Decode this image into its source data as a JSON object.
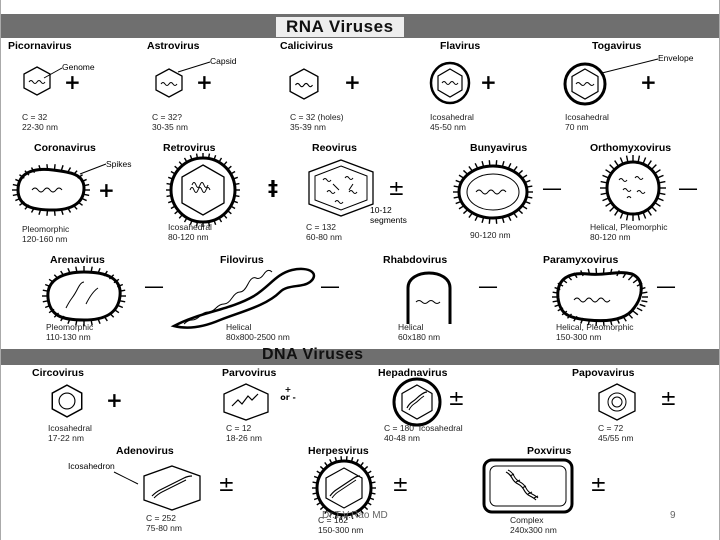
{
  "rna": {
    "title": "RNA Viruses",
    "viruses": [
      {
        "name": "Picornavirus",
        "desc": "C = 32\n22-30 nm",
        "sign": "+"
      },
      {
        "name": "Astrovirus",
        "desc": "C = 32?\n30-35 nm",
        "sign": "+"
      },
      {
        "name": "Calicivirus",
        "desc": "C = 32 (holes)\n35-39 nm",
        "sign": "+"
      },
      {
        "name": "Flavirus",
        "desc": "Icosahedral\n45-50 nm",
        "sign": "+"
      },
      {
        "name": "Togavirus",
        "desc": "Icosahedral\n70 nm",
        "sign": "+"
      },
      {
        "name": "Coronavirus",
        "desc": "Pleomorphic\n120-160 nm",
        "sign": "+"
      },
      {
        "name": "Retrovirus",
        "desc": "Icosahedral\n80-120 nm",
        "sign": "‡"
      },
      {
        "name": "Reovirus",
        "desc": "C = 132\n60-80 nm",
        "sign": "±"
      },
      {
        "name": "Bunyavirus",
        "desc": "90-120 nm",
        "sign": "—"
      },
      {
        "name": "Orthomyxovirus",
        "desc": "Helical, Pleomorphic\n80-120 nm",
        "sign": "—"
      },
      {
        "name": "Arenavirus",
        "desc": "Pleomorphic\n110-130 nm",
        "sign": "—"
      },
      {
        "name": "Filovirus",
        "desc": "Helical\n80x800-2500 nm",
        "sign": "—"
      },
      {
        "name": "Rhabdovirus",
        "desc": "Helical\n60x180 nm",
        "sign": "—"
      },
      {
        "name": "Paramyxovirus",
        "desc": "Helical, Pleomorphic\n150-300 nm",
        "sign": "—"
      }
    ],
    "callouts": {
      "genome": "Genome",
      "capsid": "Capsid",
      "envelope": "Envelope",
      "spikes": "Spikes",
      "segments": "10-12\nsegments"
    }
  },
  "dna": {
    "title": "DNA Viruses",
    "viruses": [
      {
        "name": "Circovirus",
        "desc": "Icosahedral\n17-22 nm",
        "sign": "+"
      },
      {
        "name": "Parvovirus",
        "desc": "C = 12\n18-26 nm",
        "sign": "+ or -"
      },
      {
        "name": "Hepadnavirus",
        "desc": "C = 180  Icosahedral\n40-48 nm",
        "sign": "±"
      },
      {
        "name": "Papovavirus",
        "desc": "C = 72\n45/55 nm",
        "sign": "±"
      },
      {
        "name": "Adenovirus",
        "desc": "C = 252\n75-80 nm",
        "sign": "±"
      },
      {
        "name": "Herpesvirus",
        "desc": "C = 162\n150-300 nm",
        "sign": "±"
      },
      {
        "name": "Poxvirus",
        "desc": "Complex\n240x300 nm",
        "sign": "±"
      }
    ],
    "callouts": {
      "icosahedron": "Icosahedron"
    }
  },
  "footer": {
    "author": "Dr.T.V.Rao MD",
    "page_number": "9"
  }
}
